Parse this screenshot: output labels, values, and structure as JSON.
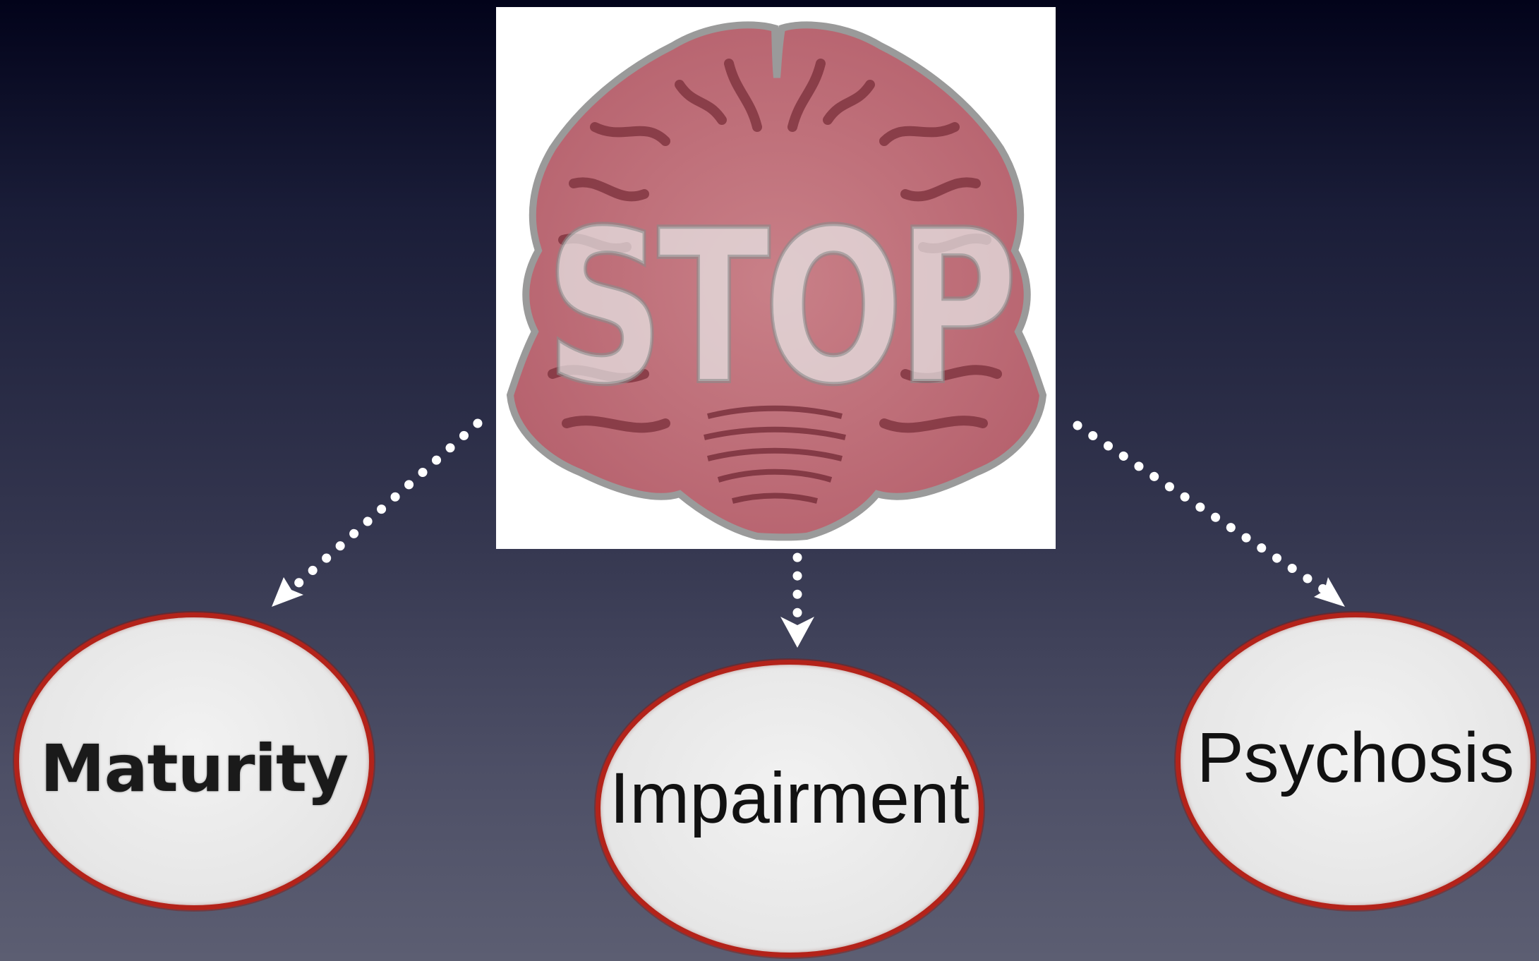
{
  "diagram": {
    "center_image": {
      "icon": "brain-stop-sign-icon",
      "overlay_text": "STOP"
    },
    "nodes": [
      {
        "id": "maturity",
        "label": "Maturity"
      },
      {
        "id": "impairment",
        "label": "Impairment"
      },
      {
        "id": "psychosis",
        "label": "Psychosis"
      }
    ]
  },
  "colors": {
    "background_top": "#02031a",
    "background_bottom": "#5c5e72",
    "node_fill": "#e8e8e8",
    "node_border": "#b3231a",
    "brain_tint": "#c9707a",
    "connector": "#ffffff"
  }
}
